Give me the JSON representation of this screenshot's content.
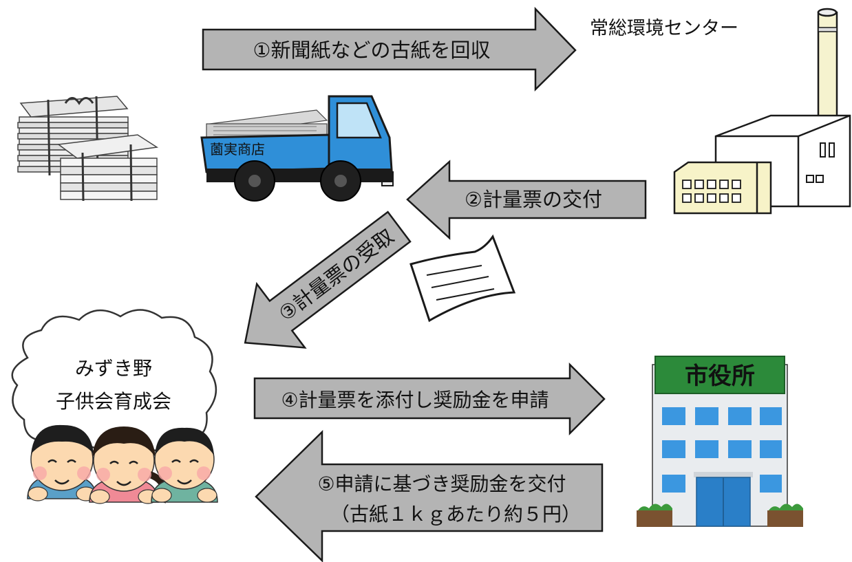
{
  "center": {
    "name": "常総環境センター"
  },
  "shop": {
    "name": "薗実商店"
  },
  "group": {
    "line1": "みずき野",
    "line2": "子供会育成会"
  },
  "city_hall": {
    "sign": "市役所"
  },
  "steps": {
    "s1": "①新聞紙などの古紙を回収",
    "s2": "②計量票の交付",
    "s3": "③計量票の受取",
    "s4": "④計量票を添付し奨励金を申請",
    "s5_line1": "⑤申請に基づき奨励金を交付",
    "s5_line2": "（古紙１ｋｇあたり約５円）"
  },
  "colors": {
    "arrow_fill": "#b4b4b4",
    "arrow_stroke": "#1a1a1a",
    "truck_blue": "#2f8fd8",
    "sign_green": "#2c8a3a",
    "window_blue": "#3b97e0"
  }
}
